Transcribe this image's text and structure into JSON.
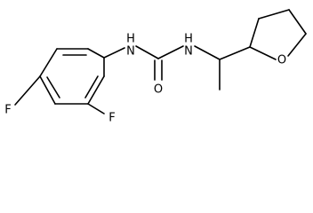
{
  "atoms": {
    "n1": "H\nN",
    "n2": "H\nN",
    "o_carbonyl": "O",
    "o_ring": "O",
    "f_top": "F",
    "f_left": "F"
  }
}
